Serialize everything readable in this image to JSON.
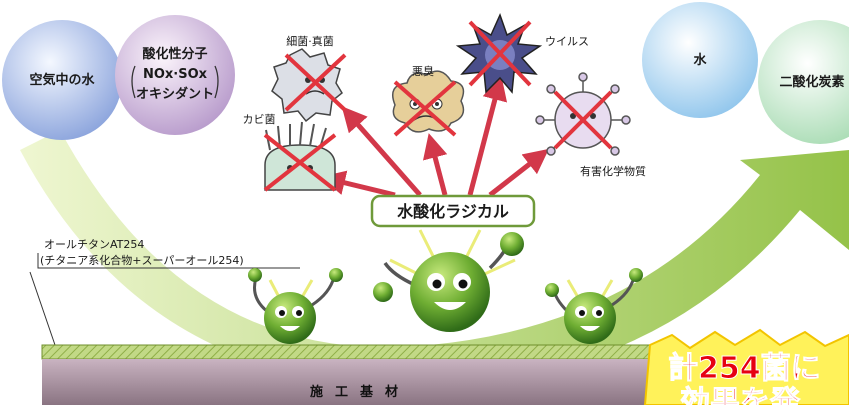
{
  "circles": {
    "air_water": "空気中の水",
    "oxides_line1": "酸化性分子",
    "oxides_line2": "NOx·SOx",
    "oxides_line3": "オキシダント",
    "water": "水",
    "co2": "二酸化炭素"
  },
  "targets": {
    "bacteria": "細菌·真菌",
    "odor": "悪臭",
    "virus": "ウイルス",
    "mold": "カビ菌",
    "chemicals": "有害化学物質"
  },
  "radical_label": "水酸化ラジカル",
  "product": {
    "name": "オールチタンAT254",
    "detail": "(チタニア系化合物+スーパーオール254)"
  },
  "base_label": "施工基材",
  "callout": {
    "line1": "計254菌に",
    "line2": "効果を発"
  },
  "colors": {
    "arrow_green": "#9cc74a",
    "radical_arrow": "#d2384a",
    "cross_red": "#e2353e",
    "coating": "#b9d27a",
    "base": "#a6909d"
  }
}
